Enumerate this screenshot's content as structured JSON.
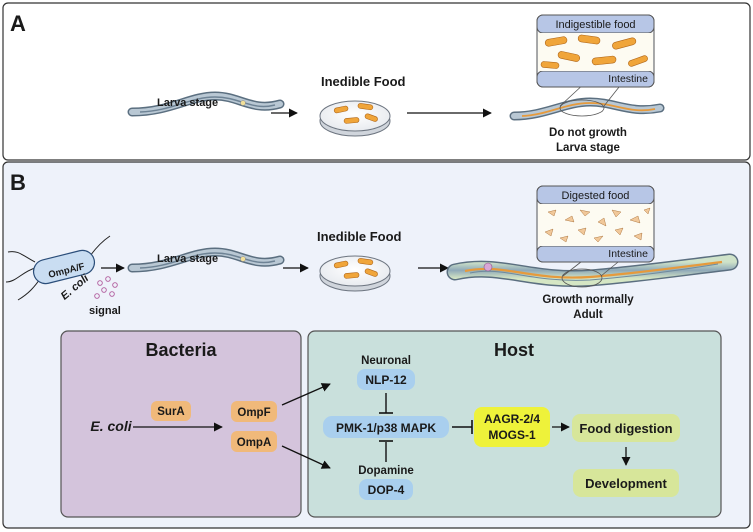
{
  "panelA": {
    "letter": "A",
    "larva_label": "Larva stage",
    "food_label": "Inedible Food",
    "zoom_top_label": "Indigestible food",
    "zoom_bottom_label": "Intestine",
    "outcome_line1": "Do not growth",
    "outcome_line2": "Larva stage"
  },
  "panelB": {
    "letter": "B",
    "bacterium_label": "OmpA/F",
    "ecoli_label": "E. coli",
    "signal_label": "signal",
    "larva_label": "Larva stage",
    "food_label": "Inedible Food",
    "zoom_top_label": "Digested food",
    "zoom_bottom_label": "Intestine",
    "outcome_line1": "Growth normally",
    "outcome_line2": "Adult"
  },
  "pathway": {
    "bacteria_title": "Bacteria",
    "host_title": "Host",
    "ecoli": "E. coli",
    "sura": "SurA",
    "ompf": "OmpF",
    "ompa": "OmpA",
    "neuronal": "Neuronal",
    "nlp12": "NLP-12",
    "pmk1": "PMK-1/p38 MAPK",
    "dopamine": "Dopamine",
    "dop4": "DOP-4",
    "aagr": "AAGR-2/4",
    "mogs": "MOGS-1",
    "food_digestion": "Food digestion",
    "development": "Development"
  },
  "colors": {
    "panel_a_bg": "#ffffff",
    "panel_b_bg": "#eef2fa",
    "bacteria_box": "#d4c4dc",
    "host_box": "#c9e0dc",
    "orange_node": "#f0b97a",
    "blue_node": "#a9cfee",
    "yellow_node": "#eef23a",
    "green_node": "#d7e69a",
    "food": "#f0a53a"
  }
}
